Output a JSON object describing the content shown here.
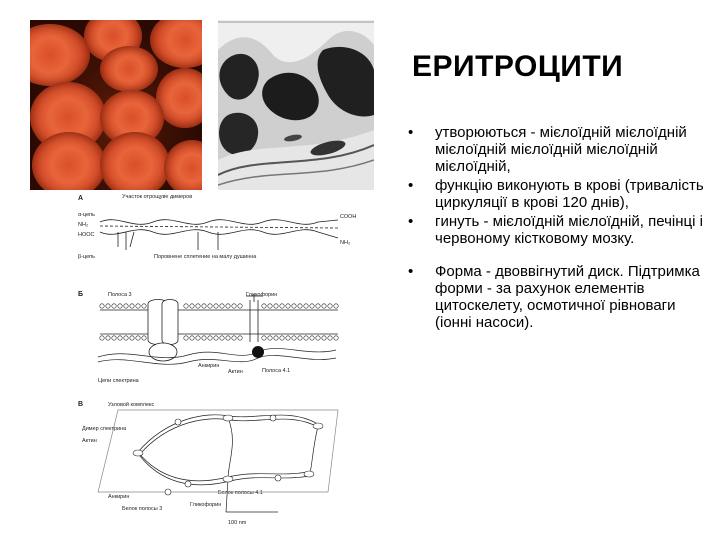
{
  "slide": {
    "title": "ЕРИТРОЦИТИ",
    "bullets": [
      "утворюються - мієлоїдній мієлоїдній мієлоїдній мієлоїдній мієлоїдній мієлоїдній,",
      "функцію виконують в крові (тривалість циркуляції в крові 120 днів),",
      "гинуть - мієлоїдній мієлоїдній, печінці і червоному кістковому мозку.",
      "Форма - двоввігнутий диск. Підтримка форми - за рахунок елементів цитоскелету, осмотичної рівноваги (іонні насоси)."
    ]
  },
  "diagram": {
    "panel_a": {
      "letter": "А",
      "top_label": "Участок отрощуве димеров",
      "chain_label": "α-цепь",
      "end_right": "СООН",
      "end_left_n": "NH₂",
      "end_left_c": "НООС",
      "end_right_n": "NH₂",
      "beta_label": "β-цепь",
      "bottom_label": "Поровнене сплетение на малу душинна"
    },
    "panel_b": {
      "letter": "Б",
      "band3": "Полоса 3",
      "glycophorin": "Гликофорин",
      "ankyrin": "Анкирин",
      "actin": "Актин",
      "band41": "Полоса 4.1",
      "spectrin": "Цепи спектрина"
    },
    "panel_c": {
      "letter": "В",
      "junction": "Узловой комплекс",
      "dimer": "Димер спектрина",
      "actin": "Актин",
      "band41": "Белок полосы 4.1",
      "glycophorin": "Гликофорин",
      "ankyrin": "Анкирин",
      "band3": "Белок полосы 3",
      "scale": "100 nm"
    }
  }
}
